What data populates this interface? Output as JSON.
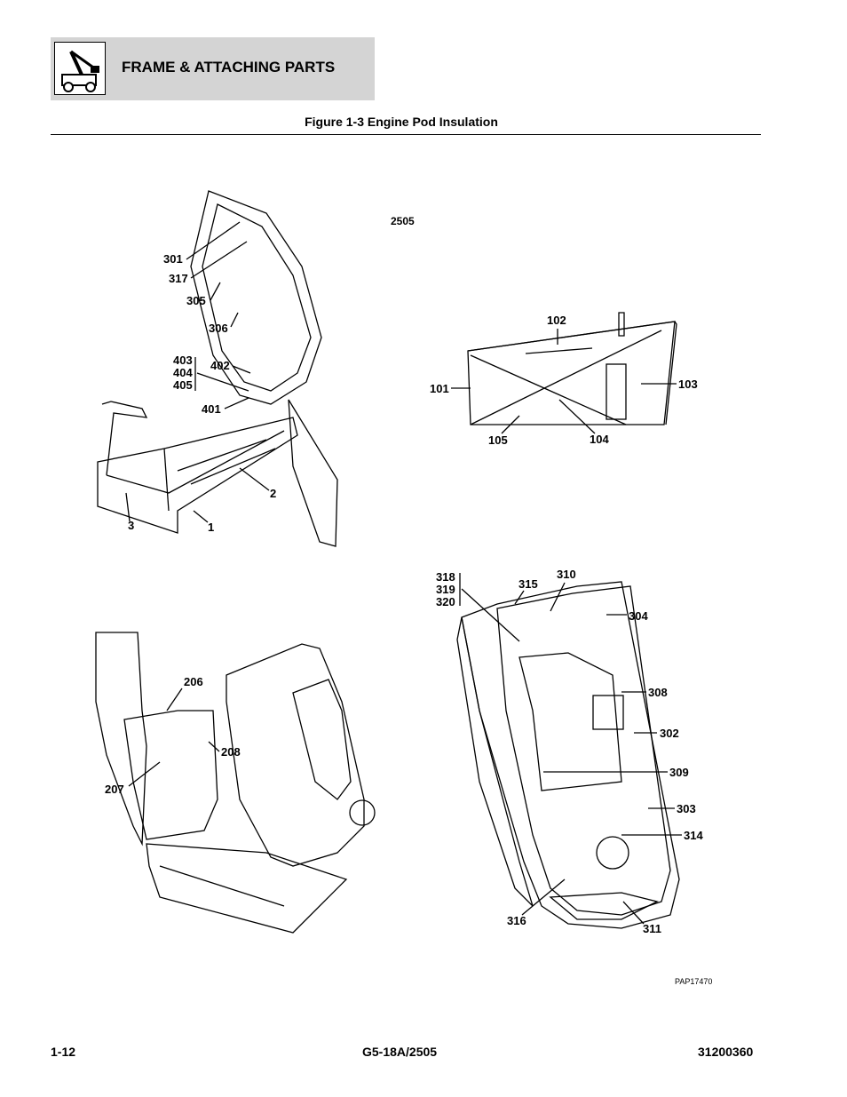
{
  "header": {
    "section_title": "FRAME & ATTACHING PARTS",
    "logo_icon": "lift-vehicle-icon"
  },
  "figure": {
    "title": "Figure 1-3 Engine Pod Insulation",
    "model_label": "2505",
    "drawing_code": "PAP17470"
  },
  "callouts": {
    "view1": [
      "301",
      "317",
      "305",
      "306",
      "403",
      "404",
      "405",
      "402",
      "401",
      "2",
      "3",
      "1"
    ],
    "view2": [
      "102",
      "101",
      "103",
      "105",
      "104"
    ],
    "view3": [
      "206",
      "208",
      "207"
    ],
    "view4": [
      "318",
      "319",
      "320",
      "315",
      "310",
      "304",
      "308",
      "302",
      "309",
      "303",
      "314",
      "316",
      "311"
    ]
  },
  "footer": {
    "page_number": "1-12",
    "model": "G5-18A/2505",
    "manual_number": "31200360"
  }
}
